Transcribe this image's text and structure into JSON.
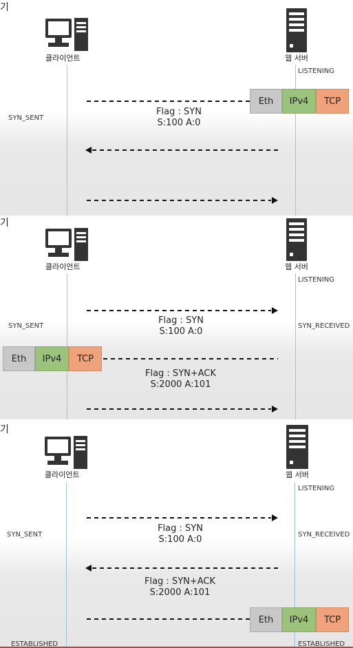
{
  "edge_glyph": "기",
  "client_label": "클라이언트",
  "server_label": "웹 서버",
  "packet": {
    "eth": "Eth",
    "ipv4": "IPv4",
    "tcp": "TCP"
  },
  "states": {
    "listening": "LISTENING",
    "syn_sent": "SYN_SENT",
    "syn_received": "SYN_RECEIVED",
    "established": "ESTABLISHED"
  },
  "messages": {
    "syn_flag": "Flag : SYN",
    "syn_seq": "S:100 A:0",
    "synack_flag": "Flag : SYN+ACK",
    "synack_seq": "S:2000 A:101"
  },
  "colors": {
    "eth": "#c8c8c8",
    "ipv4": "#9cc37c",
    "tcp": "#f0a27a",
    "lifeline": "#9ec2dd"
  }
}
